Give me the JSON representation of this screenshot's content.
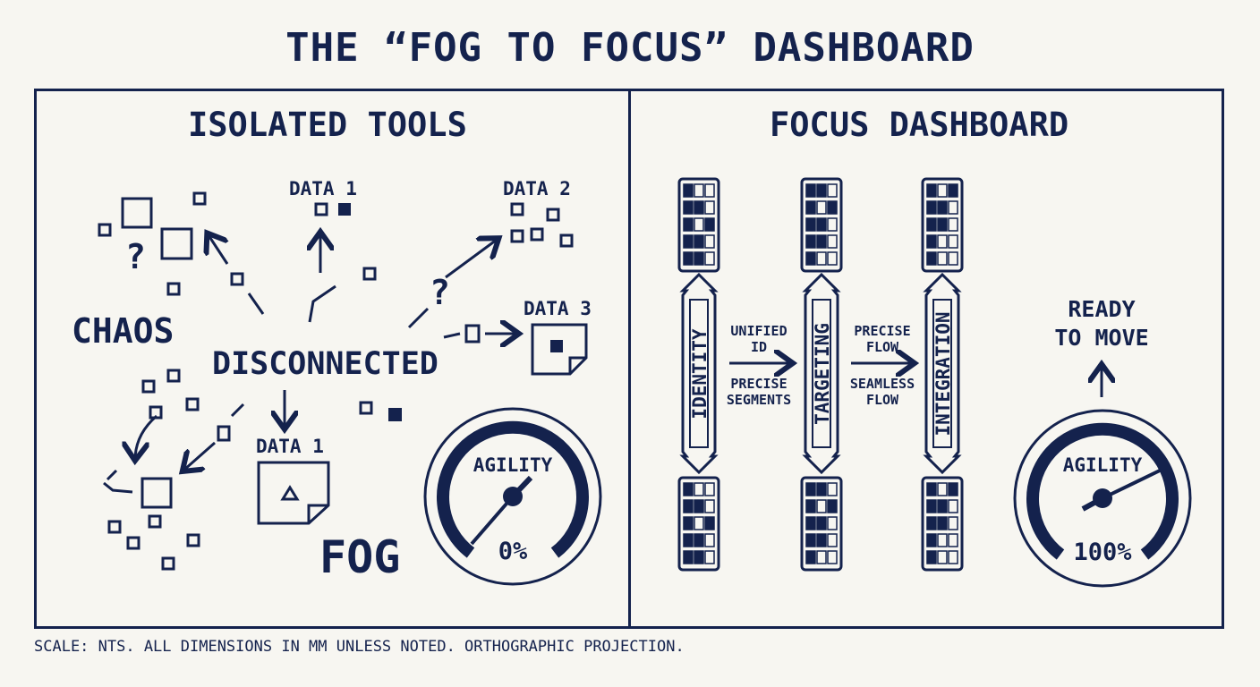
{
  "title": "THE “FOG TO FOCUS” DASHBOARD",
  "left_panel": {
    "title": "ISOLATED TOOLS",
    "labels": {
      "chaos": "CHAOS",
      "disconnected": "DISCONNECTED",
      "fog": "FOG",
      "data1_top": "DATA 1",
      "data2": "DATA 2",
      "data3": "DATA 3",
      "data1_bottom": "DATA 1",
      "question": "?"
    },
    "gauge": {
      "label": "AGILITY",
      "value_text": "0%",
      "level": 0
    }
  },
  "right_panel": {
    "title": "FOCUS DASHBOARD",
    "pillars": [
      {
        "label": "IDENTITY"
      },
      {
        "label": "TARGETING"
      },
      {
        "label": "INTEGRATION"
      }
    ],
    "connectors": [
      {
        "top": "UNIFIED\nID",
        "bottom": "PRECISE\nSEGMENTS"
      },
      {
        "top": "PRECISE\nFLOW",
        "bottom": "SEAMLESS\nFLOW"
      }
    ],
    "ready": "READY\nTO MOVE",
    "gauge": {
      "label": "AGILITY",
      "value_text": "100%",
      "level": 1
    }
  },
  "footer": "SCALE: NTS. ALL DIMENSIONS IN MM UNLESS NOTED. ORTHOGRAPHIC PROJECTION.",
  "colors": {
    "ink": "#14224d",
    "paper": "#f7f6f1"
  }
}
